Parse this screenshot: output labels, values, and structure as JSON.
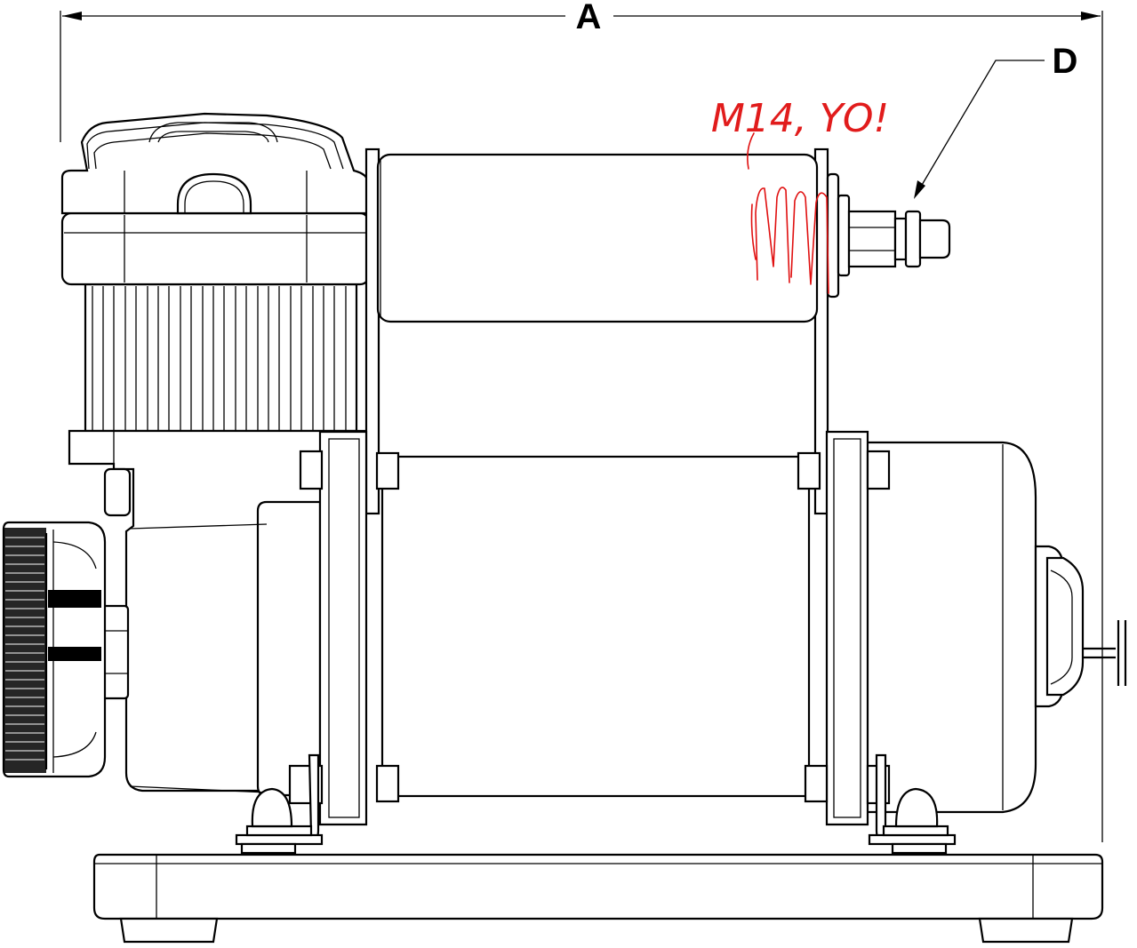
{
  "dimensions": {
    "overall_width_label": "A",
    "fitting_label": "D"
  },
  "annotation": {
    "handwritten_text": "M14, YO!",
    "color": "#e01010"
  },
  "colors": {
    "line": "#000000",
    "background": "#ffffff"
  }
}
